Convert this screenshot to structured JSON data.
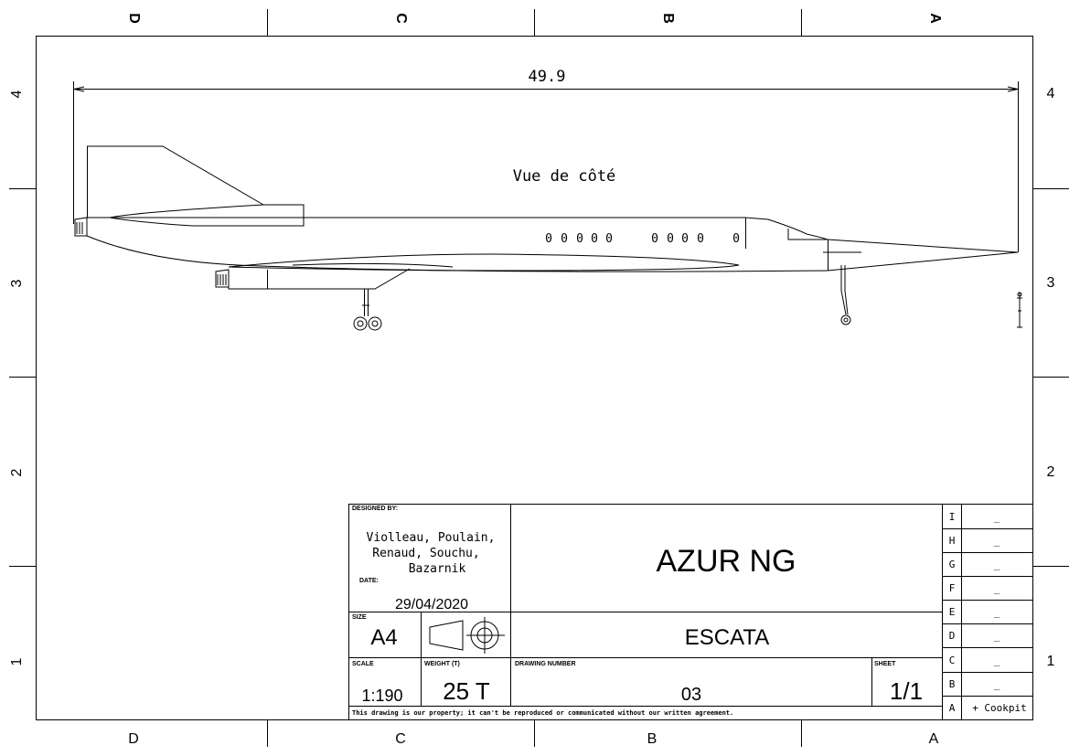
{
  "grid": {
    "top_columns": [
      "D",
      "C",
      "B",
      "A"
    ],
    "bottom_columns": [
      "D",
      "C",
      "B",
      "A"
    ],
    "left_rows": [
      "4",
      "3",
      "2",
      "1"
    ],
    "right_rows": [
      "4",
      "3",
      "2",
      "1"
    ]
  },
  "drawing": {
    "dimension_text": "49.9",
    "view_title": "Vue de côté",
    "windows": [
      "0",
      "0",
      "0",
      "0",
      "0",
      "0",
      "0",
      "0",
      "0",
      "0"
    ]
  },
  "title_block": {
    "designed_by_label": "DESIGNED BY:",
    "designers": [
      "Violleau, Poulain,",
      "Renaud, Souchu,",
      "Bazarnik"
    ],
    "date_label": "DATE:",
    "date": "29/04/2020",
    "title": "AZUR NG",
    "size_label": "SIZE",
    "size": "A4",
    "subtitle": "ESCATA",
    "scale_label": "SCALE",
    "scale": "1:190",
    "weight_label": "WEIGHT (T)",
    "weight": "25 T",
    "drawing_number_label": "DRAWING NUMBER",
    "drawing_number": "03",
    "sheet_label": "SHEET",
    "sheet": "1/1",
    "footer": "This drawing is our property; it can't be reproduced or communicated without our written agreement."
  },
  "revisions": [
    {
      "letter": "I",
      "text": "_"
    },
    {
      "letter": "H",
      "text": "_"
    },
    {
      "letter": "G",
      "text": "_"
    },
    {
      "letter": "F",
      "text": "_"
    },
    {
      "letter": "E",
      "text": "_"
    },
    {
      "letter": "D",
      "text": "_"
    },
    {
      "letter": "C",
      "text": "_"
    },
    {
      "letter": "B",
      "text": "_"
    },
    {
      "letter": "A",
      "text": "+ Cookpit"
    }
  ]
}
